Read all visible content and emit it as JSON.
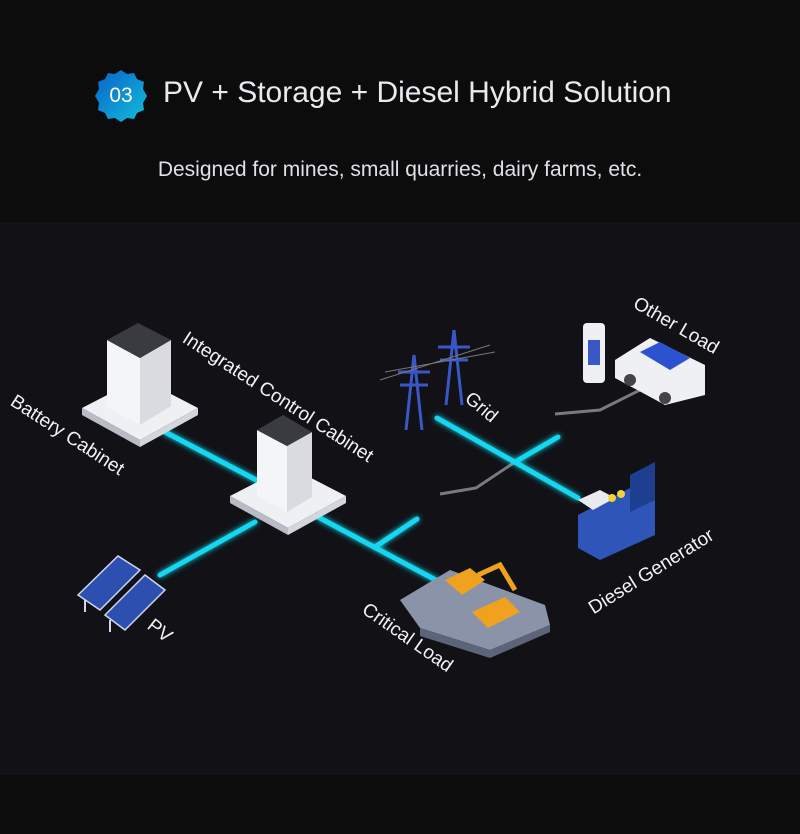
{
  "header": {
    "badge_number": "03",
    "title": "PV + Storage + Diesel Hybrid Solution",
    "subtitle": "Designed for mines, small quarries, dairy farms, etc."
  },
  "diagram": {
    "labels": {
      "battery_cabinet": "Battery Cabinet",
      "integrated_control_cabinet": "Integrated Control Cabinet",
      "grid": "Grid",
      "other_load": "Other Load",
      "diesel_generator": "Diesel Generator",
      "critical_load": "Critical Load",
      "pv": "PV"
    },
    "colors": {
      "power_line": "#19d7f0",
      "signal_line": "#7a7a7e",
      "badge_start": "#0a5fc8",
      "badge_end": "#12b6d8"
    }
  }
}
